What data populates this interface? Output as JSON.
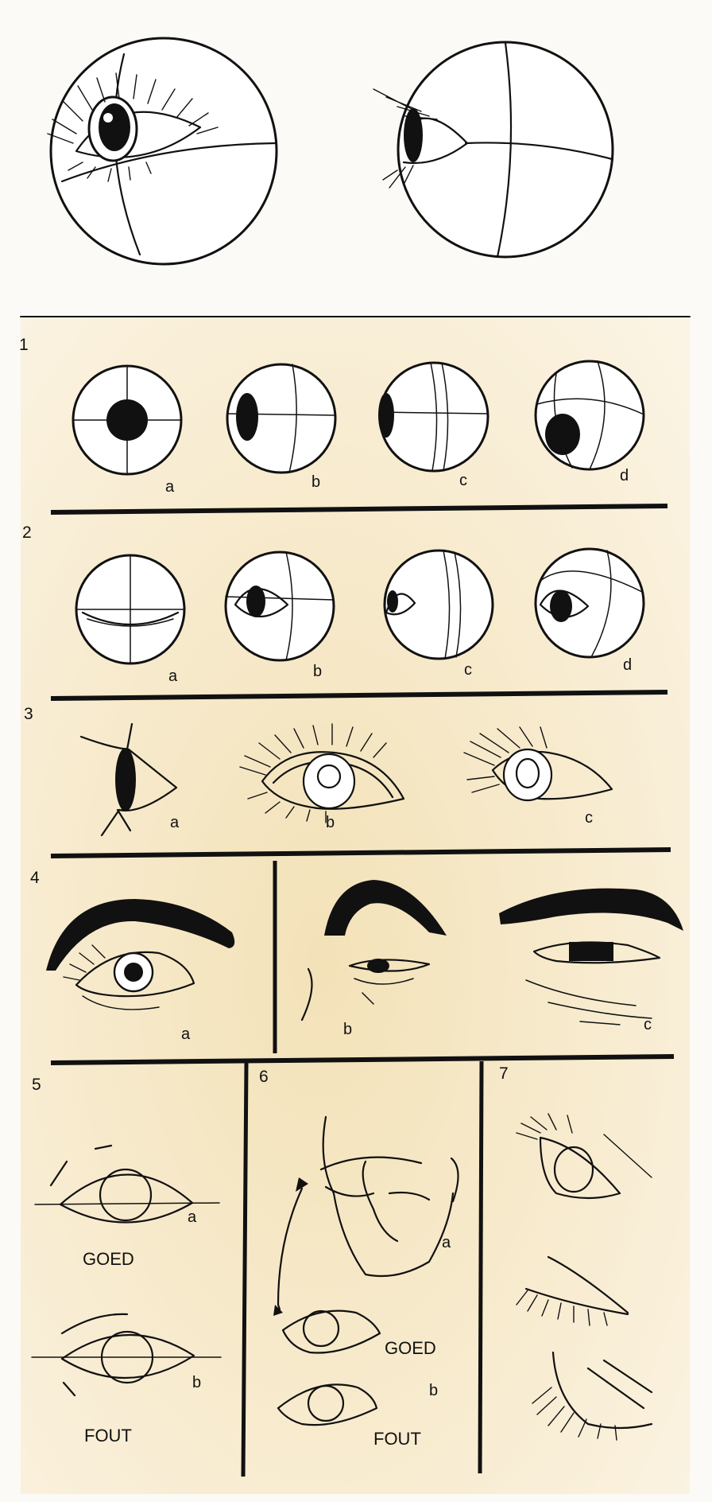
{
  "sections": [
    {
      "number": "1",
      "labels": [
        "a",
        "b",
        "c",
        "d"
      ]
    },
    {
      "number": "2",
      "labels": [
        "a",
        "b",
        "c",
        "d"
      ]
    },
    {
      "number": "3",
      "labels": [
        "a",
        "b",
        "c"
      ]
    },
    {
      "number": "4",
      "labels": [
        "a",
        "b",
        "c"
      ]
    },
    {
      "number": "5",
      "labels": [
        "a",
        "b"
      ],
      "words": [
        "GOED",
        "FOUT"
      ]
    },
    {
      "number": "6",
      "labels": [
        "a",
        "b"
      ],
      "words": [
        "GOED",
        "FOUT"
      ]
    },
    {
      "number": "7"
    }
  ],
  "colors": {
    "paper": "#fbfaf6",
    "panel": "#f5e9cc",
    "ink": "#111111"
  }
}
